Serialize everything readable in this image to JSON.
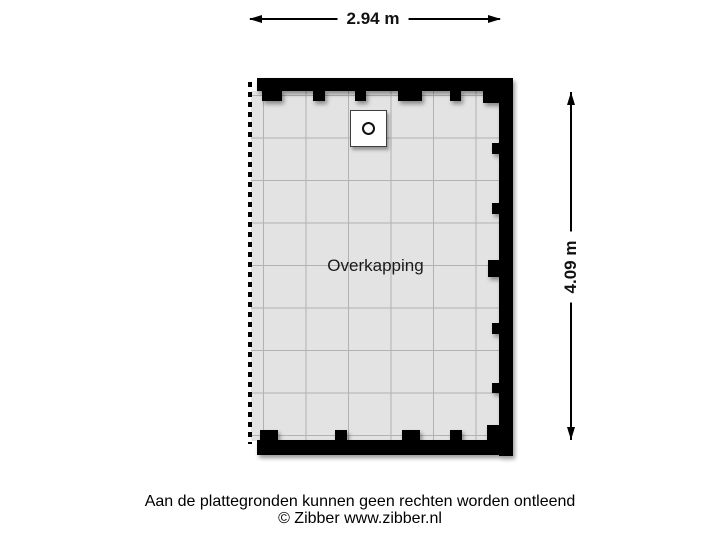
{
  "plan": {
    "room_label": "Overkapping",
    "dimensions": {
      "width_m": 2.94,
      "height_m": 4.09,
      "width_label": "2.94 m",
      "height_label": "4.09 m"
    },
    "features": {
      "column_marker": "circle-post",
      "open_side": "left (dashed line)"
    }
  },
  "footer": {
    "disclaimer": "Aan de plattegronden kunnen geen rechten worden ontleend",
    "credit": "© Zibber www.zibber.nl"
  },
  "colors": {
    "background": "#ffffff",
    "floor_fill": "#e3e3e3",
    "grid_line": "#b2b2b2",
    "wall": "#000000",
    "text": "#111111"
  }
}
